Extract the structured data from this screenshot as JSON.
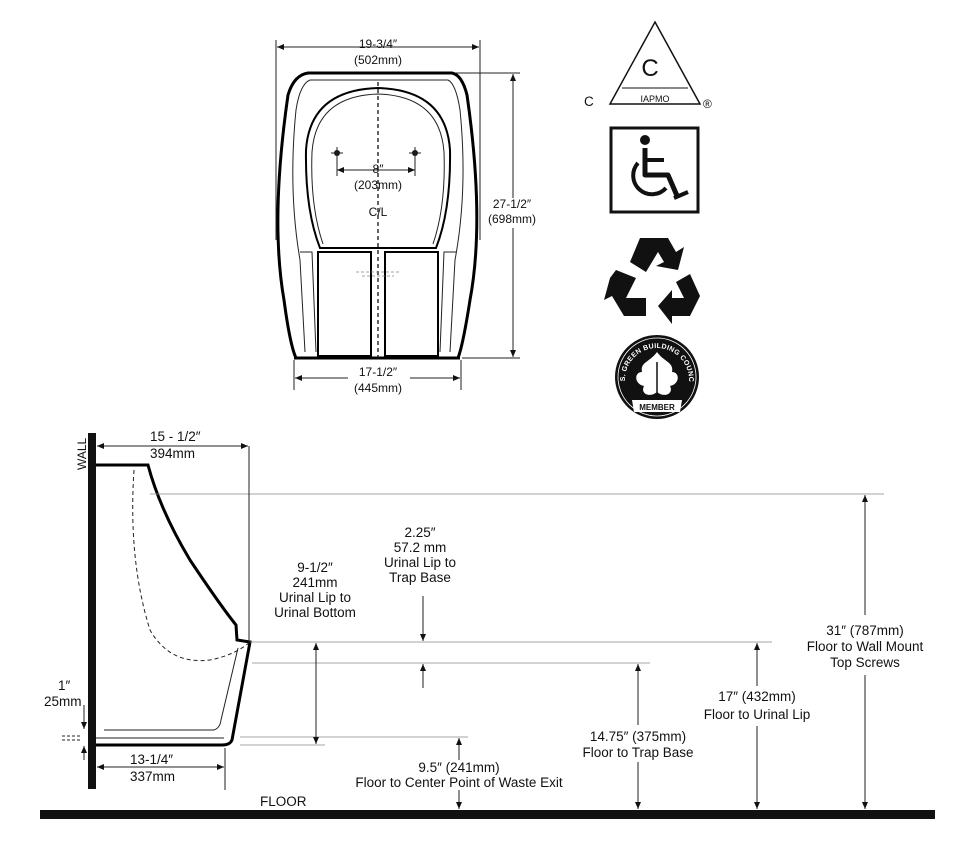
{
  "front_view": {
    "top_width": {
      "imperial": "19-3/4″",
      "metric": "(502mm)"
    },
    "mount_spacing": {
      "imperial": "8″",
      "metric": "(203mm)"
    },
    "centerline": "C/L",
    "height": {
      "imperial": "27-1/2″",
      "metric": "(698mm)"
    },
    "bottom_width": {
      "imperial": "17-1/2″",
      "metric": "(445mm)"
    }
  },
  "side_view": {
    "wall_label": "WALL",
    "floor_label": "FLOOR",
    "projection": {
      "imperial": "15 - 1/2″",
      "metric": "394mm"
    },
    "lip_to_bottom": {
      "imperial": "9-1/2″",
      "metric": "241mm",
      "line1": "Urinal Lip to",
      "line2": "Urinal Bottom"
    },
    "lip_to_trap": {
      "imperial": "2.25″",
      "metric": "57.2 mm",
      "line1": "Urinal Lip to",
      "line2": "Trap Base"
    },
    "bottom_offset": {
      "imperial": "1″",
      "metric": "25mm"
    },
    "base_depth": {
      "imperial": "13-1/4″",
      "metric": "337mm"
    },
    "waste_exit": {
      "line1": "9.5″ (241mm)",
      "line2": "Floor to Center Point of Waste Exit"
    },
    "trap_base": {
      "line1": "14.75″ (375mm)",
      "line2": "Floor to Trap Base"
    },
    "urinal_lip": {
      "line1": "17″ (432mm)",
      "line2": "Floor to Urinal Lip"
    },
    "wall_mount": {
      "line1": "31″ (787mm)",
      "line2": "Floor to Wall Mount",
      "line3": "Top Screws"
    }
  },
  "badges": {
    "iapmo": {
      "letter": "C",
      "left": "C",
      "name": "IAPMO",
      "reg": "®"
    },
    "accessible_icon": "wheelchair-icon",
    "recycle_icon": "recycle-icon",
    "usgbc": {
      "ring": "U.S. GREEN BUILDING COUNCIL",
      "member": "MEMBER"
    }
  }
}
